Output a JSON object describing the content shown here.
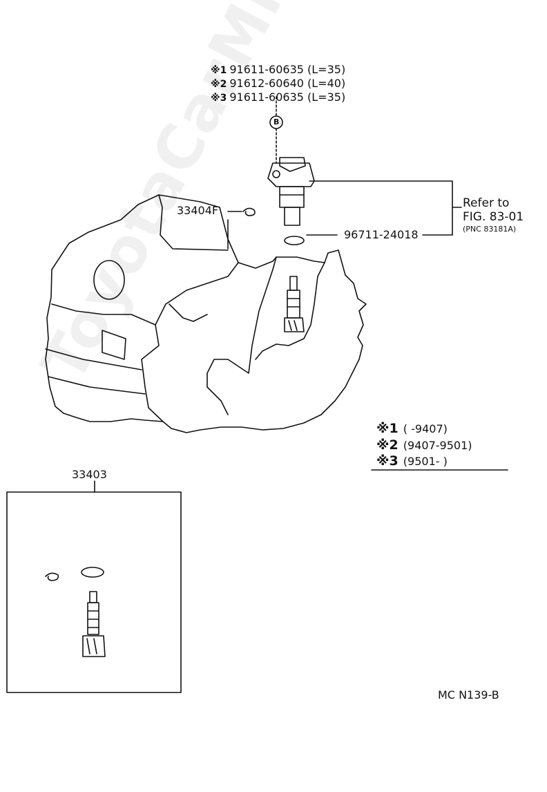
{
  "bolt_variants": [
    {
      "mark": "※1",
      "part": "91611-60635 (L=35)"
    },
    {
      "mark": "※2",
      "part": "91612-60640 (L=40)"
    },
    {
      "mark": "※3",
      "part": "91611-60635 (L=35)"
    }
  ],
  "callout_b": "B",
  "parts": {
    "clip": "33404F",
    "oring": "96711-24018",
    "gear_kit": "33403"
  },
  "refer": {
    "line1": "Refer to",
    "line2": "FIG. 83-01",
    "line3": "(PNC 83181A)"
  },
  "legend": [
    {
      "mark": "※1",
      "range": "(        -9407)"
    },
    {
      "mark": "※2",
      "range": "(9407-9501)"
    },
    {
      "mark": "※3",
      "range": "(9501-        )"
    }
  ],
  "footer_code": "MC N139-B",
  "watermark": "ToyotaCarMine.ru"
}
